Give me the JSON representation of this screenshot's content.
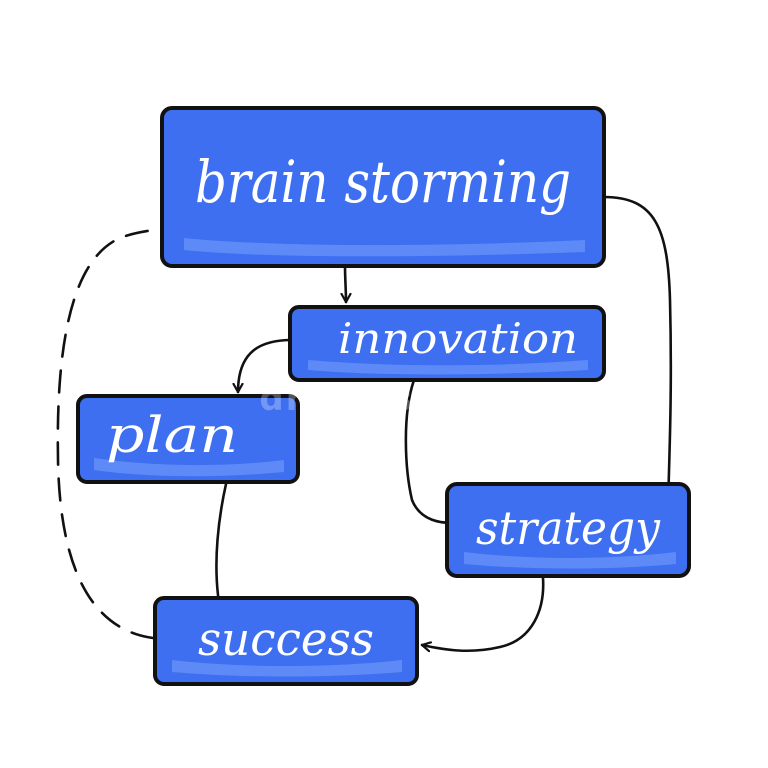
{
  "colors": {
    "box_fill": "#3d6ff0",
    "box_highlight": "#7aa0ff",
    "outline": "#111111",
    "text": "#ffffff",
    "background": "#ffffff"
  },
  "nodes": {
    "brainstorming": "brain storming",
    "innovation": "innovation",
    "plan": "plan",
    "strategy": "strategy",
    "success": "success"
  },
  "watermark": "dreamstime"
}
